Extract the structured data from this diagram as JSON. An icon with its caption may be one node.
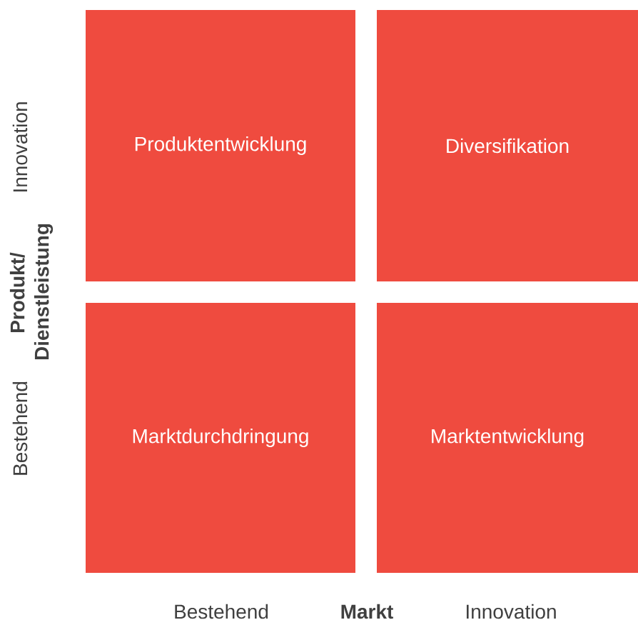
{
  "diagram": {
    "nodes": [
      {
        "text": [
          "Produktentwicklung"
        ]
      },
      {
        "text": [
          "Diversifikation"
        ]
      },
      {
        "text": [
          "Marktdurchdringung"
        ]
      },
      {
        "text": [
          "Marktentwicklung"
        ]
      }
    ],
    "labels": [
      "Innovation",
      "Produkt/ Dienstleistung",
      "Bestehend",
      "Bestehend",
      "Markt",
      "Innovation"
    ]
  }
}
